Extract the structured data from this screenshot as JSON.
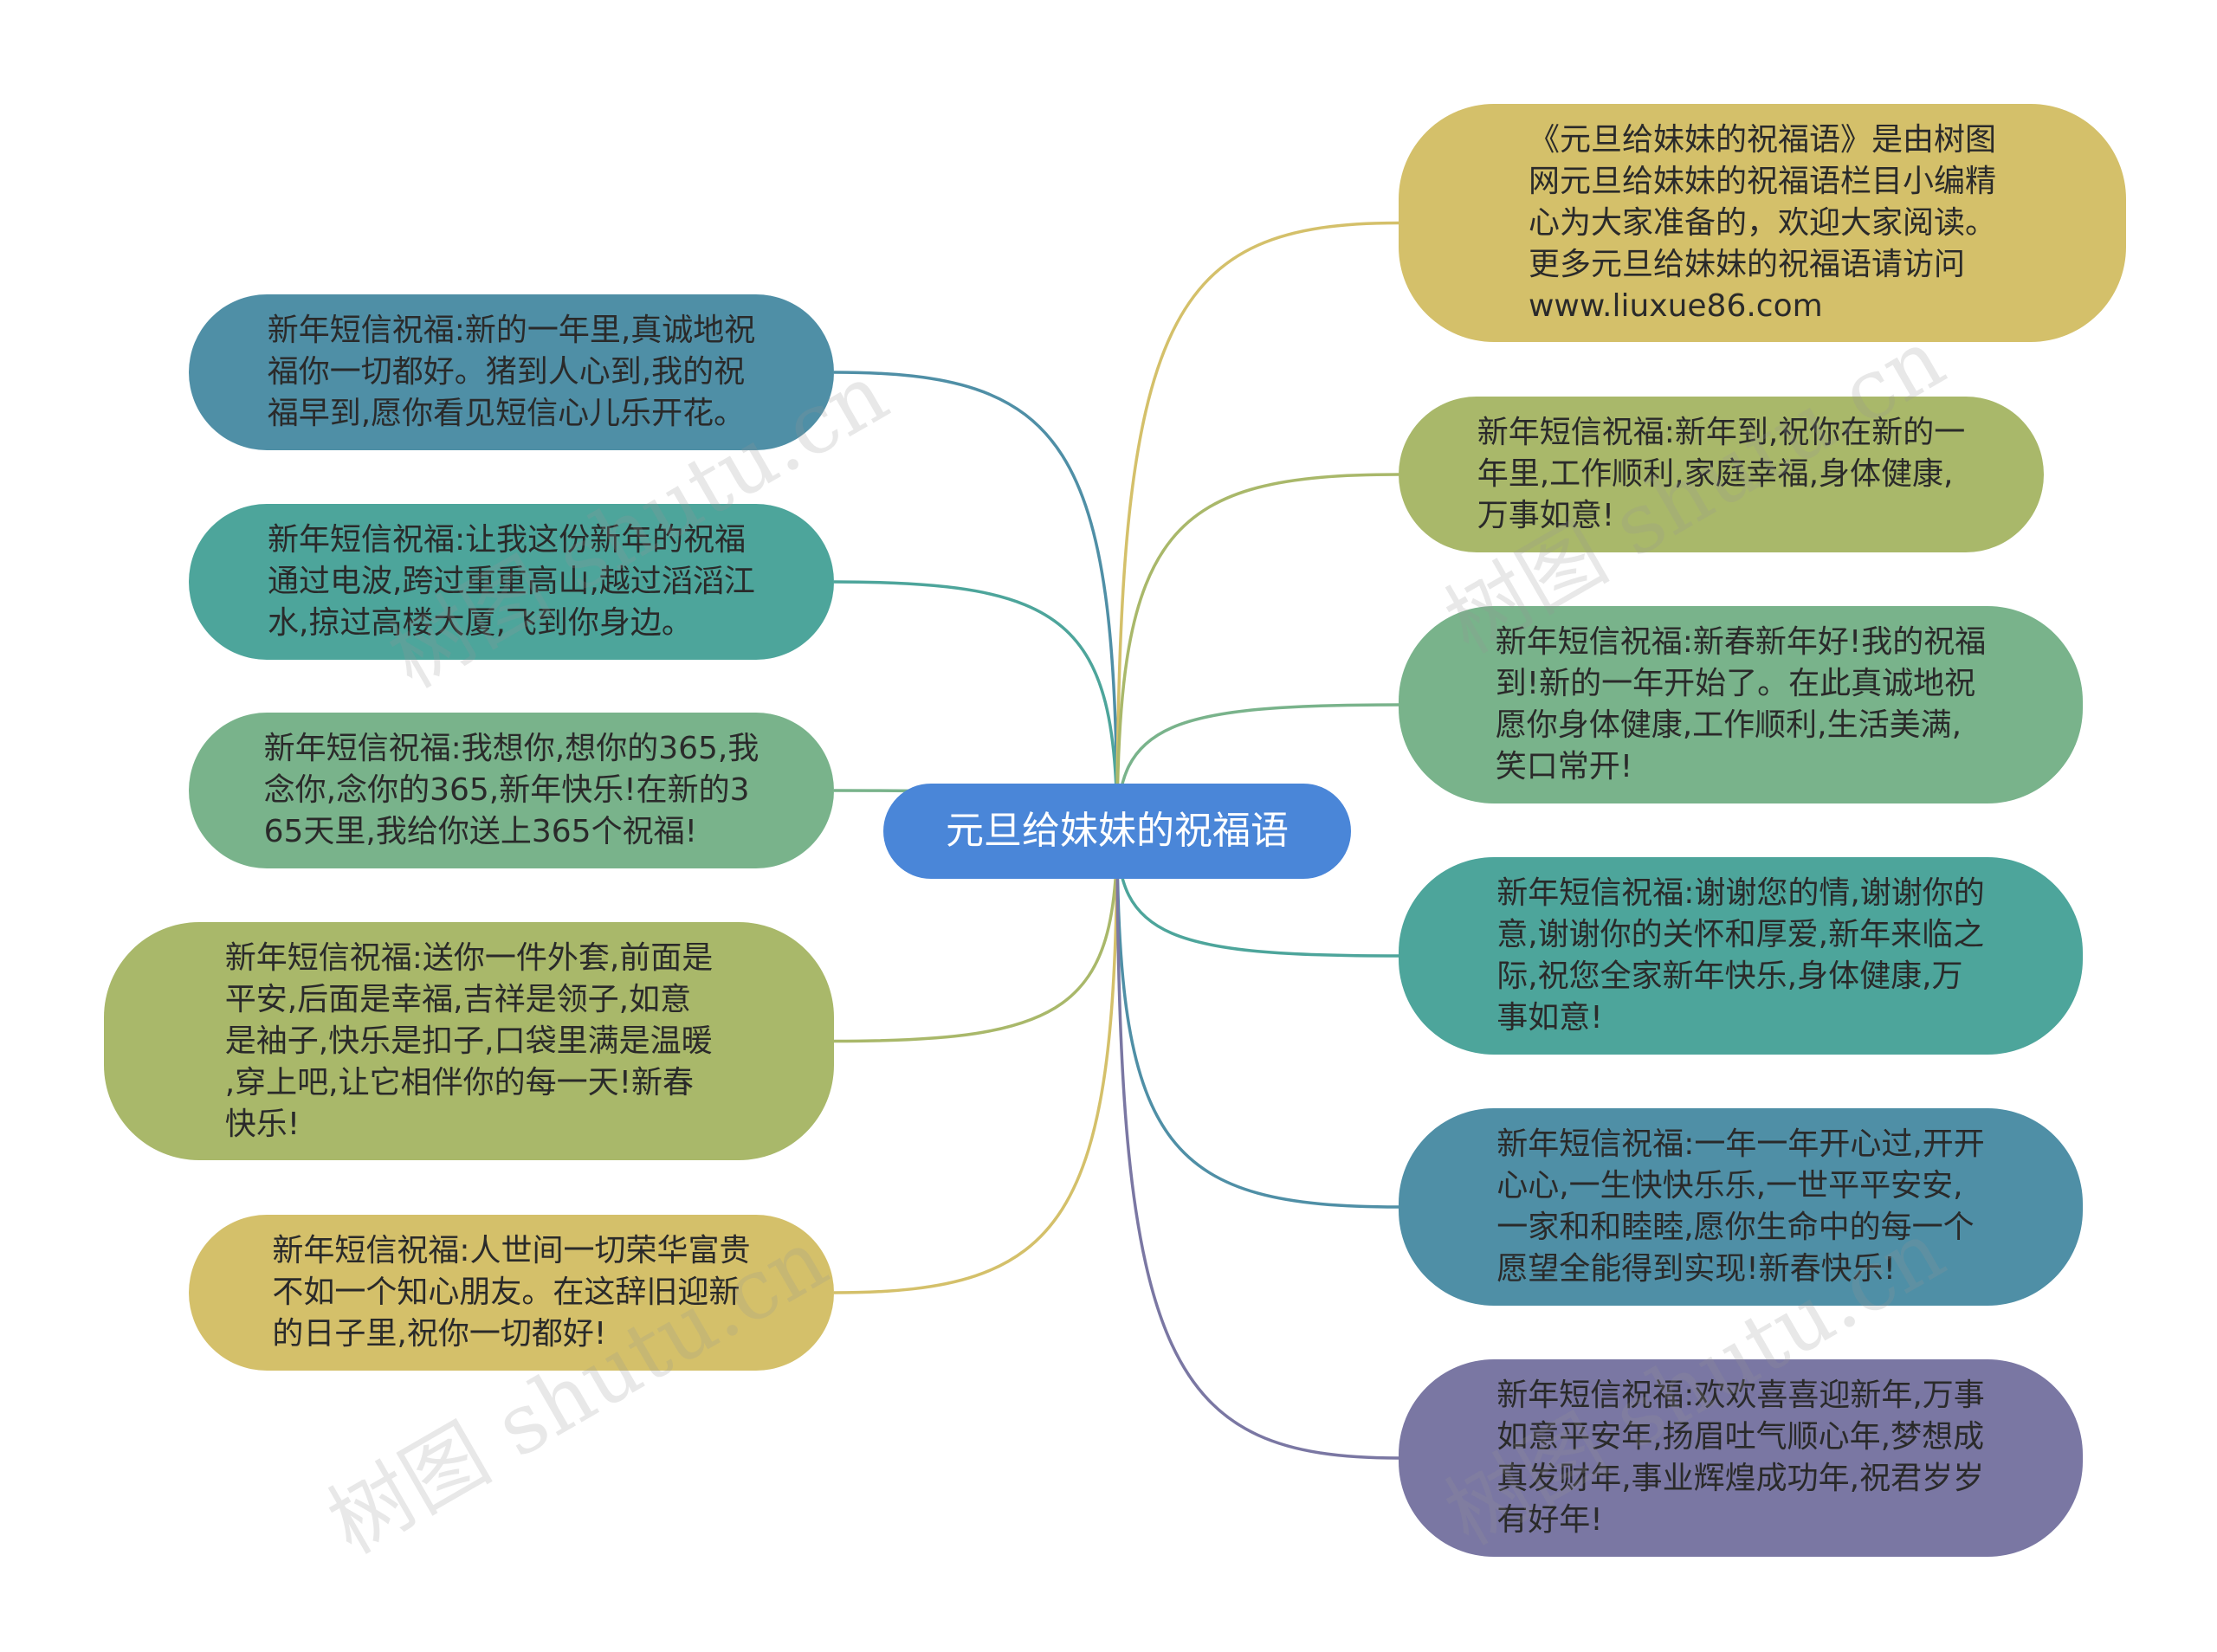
{
  "root": {
    "label": "元旦给妹妹的祝福语",
    "color": "#4a86d8"
  },
  "left_nodes": [
    {
      "text": "新年短信祝福:新的一年里,真诚地祝\n福你一切都好。猪到人心到,我的祝\n福早到,愿你看见短信心儿乐开花。",
      "color": "#4f8fa6",
      "link_color": "#4f8fa6"
    },
    {
      "text": "新年短信祝福:让我这份新年的祝福\n通过电波,跨过重重高山,越过滔滔江\n水,掠过高楼大厦,飞到你身边。",
      "color": "#4da59b",
      "link_color": "#4da59b"
    },
    {
      "text": "新年短信祝福:我想你,想你的365,我\n念你,念你的365,新年快乐!在新的3\n65天里,我给你送上365个祝福!",
      "color": "#79b38b",
      "link_color": "#79b38b"
    },
    {
      "text": "新年短信祝福:送你一件外套,前面是\n平安,后面是幸福,吉祥是领子,如意\n是袖子,快乐是扣子,口袋里满是温暖\n,穿上吧,让它相伴你的每一天!新春\n快乐!",
      "color": "#a9b86a",
      "link_color": "#a9b86a"
    },
    {
      "text": "新年短信祝福:人世间一切荣华富贵\n不如一个知心朋友。在这辞旧迎新\n的日子里,祝你一切都好!",
      "color": "#d4c06a",
      "link_color": "#d4c06a"
    }
  ],
  "right_nodes": [
    {
      "text": "《元旦给妹妹的祝福语》是由树图\n网元旦给妹妹的祝福语栏目小编精\n心为大家准备的，欢迎大家阅读。\n更多元旦给妹妹的祝福语请访问\nwww.liuxue86.com",
      "color": "#d4c06a",
      "link_color": "#d4c06a"
    },
    {
      "text": "新年短信祝福:新年到,祝你在新的一\n年里,工作顺利,家庭幸福,身体健康,\n万事如意!",
      "color": "#a9b86a",
      "link_color": "#a9b86a"
    },
    {
      "text": "新年短信祝福:新春新年好!我的祝福\n到!新的一年开始了。在此真诚地祝\n愿你身体健康,工作顺利,生活美满,\n笑口常开!",
      "color": "#79b38b",
      "link_color": "#79b38b"
    },
    {
      "text": "新年短信祝福:谢谢您的情,谢谢你的\n意,谢谢你的关怀和厚爱,新年来临之\n际,祝您全家新年快乐,身体健康,万\n事如意!",
      "color": "#4da59b",
      "link_color": "#4da59b"
    },
    {
      "text": "新年短信祝福:一年一年开心过,开开\n心心,一生快快乐乐,一世平平安安,\n一家和和睦睦,愿你生命中的每一个\n愿望全能得到实现!新春快乐!",
      "color": "#4f8fa6",
      "link_color": "#4f8fa6"
    },
    {
      "text": "新年短信祝福:欢欢喜喜迎新年,万事\n如意平安年,扬眉吐气顺心年,梦想成\n真发财年,事业辉煌成功年,祝君岁岁\n有好年!",
      "color": "#7a77a3",
      "link_color": "#7a77a3"
    }
  ]
}
